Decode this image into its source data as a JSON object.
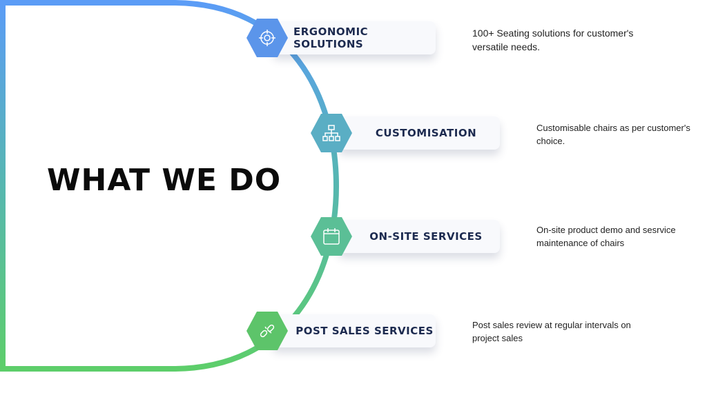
{
  "title": "WHAT WE DO",
  "items": [
    {
      "label": "ERGONOMIC SOLUTIONS",
      "icon": "target-icon",
      "color": "#5b95ea",
      "description": "100+ Seating solutions for customer's versatile needs."
    },
    {
      "label": "CUSTOMISATION",
      "icon": "hierarchy-icon",
      "color": "#5aaec4",
      "description": "Customisable chairs as per customer's choice."
    },
    {
      "label": "ON-SITE SERVICES",
      "icon": "calendar-icon",
      "color": "#5bbf96",
      "description": "On-site product demo and sesrvice maintenance of chairs"
    },
    {
      "label": "POST SALES SERVICES",
      "icon": "broken-link-icon",
      "color": "#5dc46a",
      "description": "Post sales review at regular intervals on project sales"
    }
  ]
}
